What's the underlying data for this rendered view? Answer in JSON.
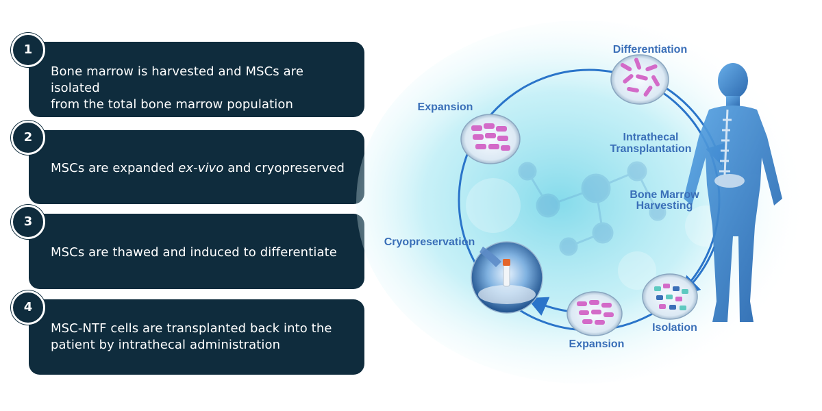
{
  "steps": [
    {
      "number": "1",
      "text_line1": "Bone marrow is harvested and MSCs are isolated",
      "text_line2": "from the total bone marrow population"
    },
    {
      "number": "2",
      "text_before": "MSCs are expanded ",
      "text_italic": "ex-vivo",
      "text_after": " and cryopreserved"
    },
    {
      "number": "3",
      "text": "MSCs are thawed and induced to differentiate"
    },
    {
      "number": "4",
      "text_line1": "MSC-NTF cells are transplanted back into the",
      "text_line2": "patient by intrathecal administration"
    }
  ],
  "diagram": {
    "labels": {
      "differentiation": "Differentiation",
      "expansion_top": "Expansion",
      "intrathecal_line1": "Intrathecal",
      "intrathecal_line2": "Transplantation",
      "bone_marrow_line1": "Bone Marrow",
      "bone_marrow_line2": "Harvesting",
      "cryopreservation": "Cryopreservation",
      "isolation": "Isolation",
      "expansion_bottom": "Expansion"
    },
    "colors": {
      "panel": "#0f2c3d",
      "label": "#3a6fb8",
      "arrow": "#2a74c9",
      "cells": "#d36ac8"
    }
  }
}
